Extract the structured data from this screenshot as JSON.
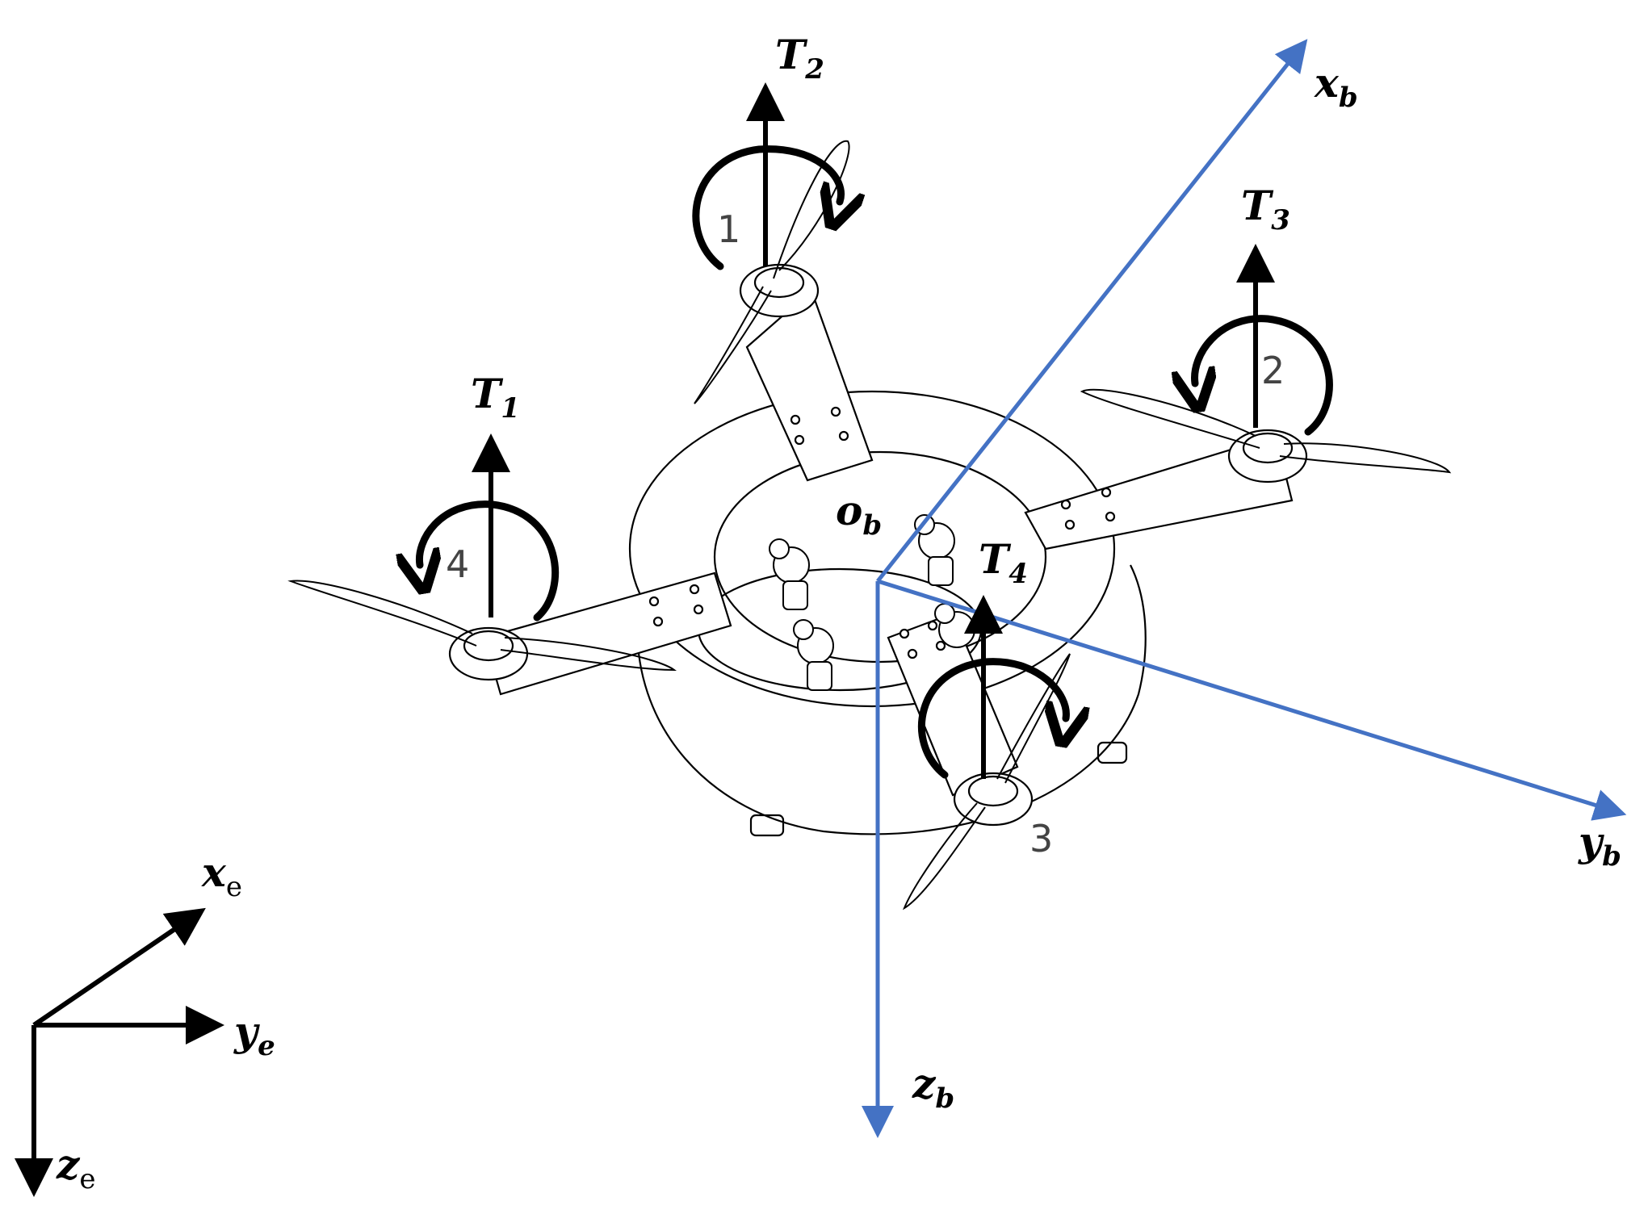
{
  "axes": {
    "body": {
      "x": {
        "main": "x",
        "sub": "b"
      },
      "y": {
        "main": "y",
        "sub": "b"
      },
      "z": {
        "main": "z",
        "sub": "b"
      },
      "origin": {
        "main": "o",
        "sub": "b"
      }
    },
    "earth": {
      "x": {
        "main": "x",
        "sub": "e"
      },
      "y": {
        "main": "y",
        "sub": "e"
      },
      "z": {
        "main": "z",
        "sub": "e"
      }
    }
  },
  "thrusts": [
    {
      "main": "T",
      "sub": "1"
    },
    {
      "main": "T",
      "sub": "2"
    },
    {
      "main": "T",
      "sub": "3"
    },
    {
      "main": "T",
      "sub": "4"
    }
  ],
  "rotors": [
    "1",
    "2",
    "3",
    "4"
  ],
  "colors": {
    "body_axis": "#4472c4",
    "earth_axis": "#000000",
    "thrust": "#000000"
  }
}
